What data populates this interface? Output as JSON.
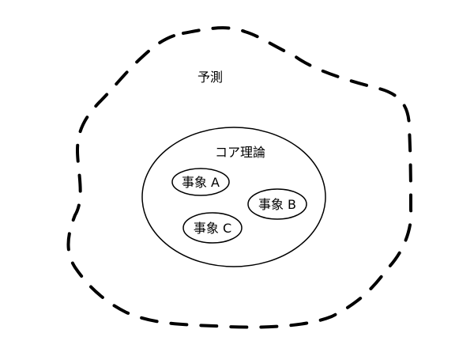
{
  "diagram": {
    "prediction_label": "予測",
    "core_theory_label": "コア理論",
    "events": [
      {
        "label": "事象 A"
      },
      {
        "label": "事象 B"
      },
      {
        "label": "事象 C"
      }
    ]
  },
  "colors": {
    "stroke": "#000000",
    "background": "#ffffff"
  }
}
